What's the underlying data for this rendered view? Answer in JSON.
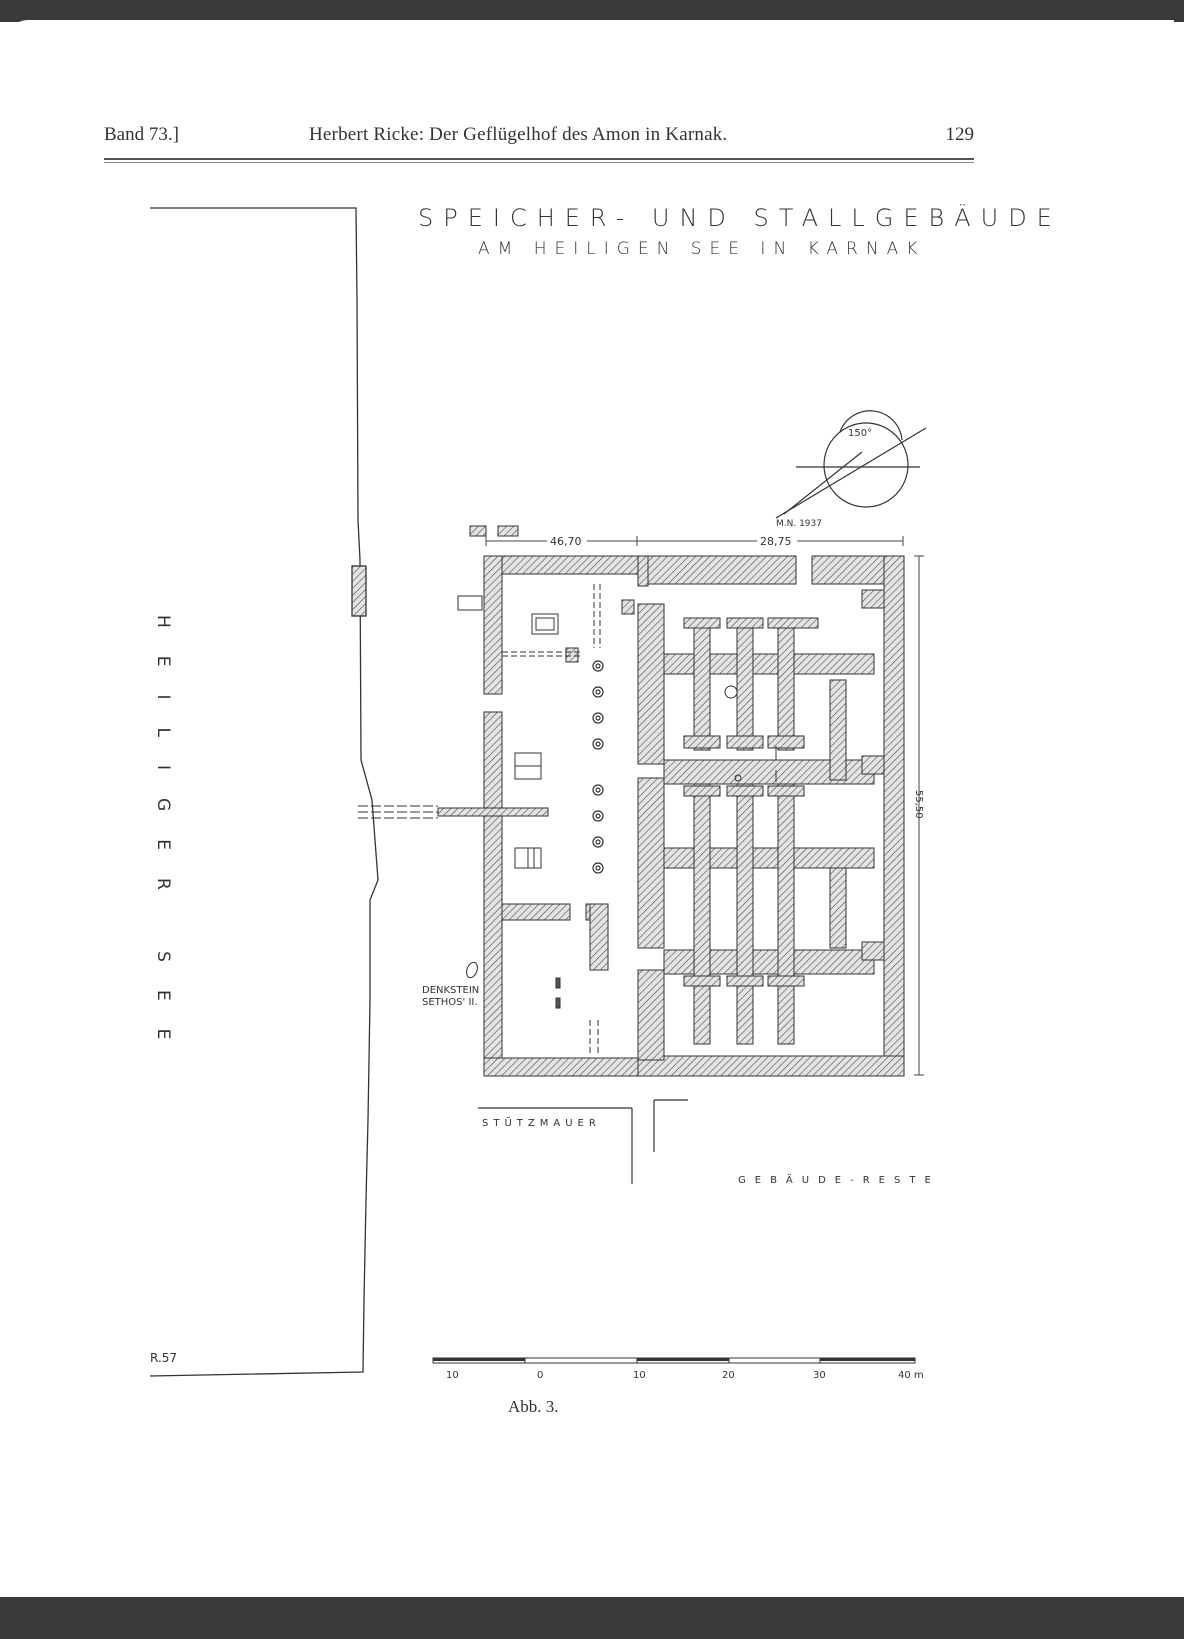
{
  "header": {
    "volume": "Band 73.]",
    "title": "Herbert Ricke: Der Geflügelhof des Amon in Karnak.",
    "page_number": "129"
  },
  "plan": {
    "title_line1": "SPEICHER- UND STALLGEBÄUDE",
    "title_line2": "AM HEILIGEN SEE IN KARNAK",
    "north_angle": "150°",
    "north_label": "M.N. 1937",
    "dimension_1": "46,70",
    "dimension_2": "28,75",
    "dimension_3": "55,50",
    "lake_label": "HEILIGER SEE",
    "stele_label_1": "DENKSTEIN",
    "stele_label_2": "SETHOS' II.",
    "retaining_wall_label": "STÜTZMAUER",
    "building_remains_label": "GEBÄUDE-RESTE",
    "level_mark": "R.57",
    "scale_labels": [
      "10",
      "0",
      "10",
      "20",
      "30",
      "40 m"
    ]
  },
  "caption": "Abb. 3."
}
